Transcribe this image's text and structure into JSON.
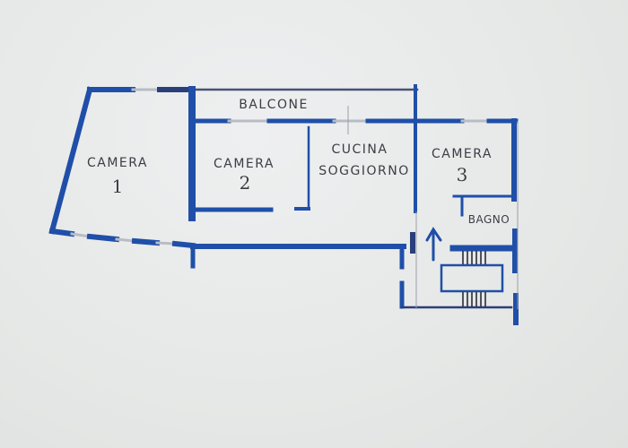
{
  "plan": {
    "rooms": [
      {
        "id": "camera-1",
        "label": "CAMERA",
        "number": "1"
      },
      {
        "id": "camera-2",
        "label": "CAMERA",
        "number": "2"
      },
      {
        "id": "cucina-soggiorno",
        "label_line1": "CUCINA",
        "label_line2": "SOGGIORNO"
      },
      {
        "id": "camera-3",
        "label": "CAMERA",
        "number": "3"
      },
      {
        "id": "bagno",
        "label": "BAGNO"
      },
      {
        "id": "balcone",
        "label": "BALCONE"
      }
    ],
    "symbols": [
      "entrance-arrow-icon",
      "staircase"
    ],
    "colors": {
      "wall": "#1f4fa8",
      "paper": "#e9ebea",
      "pencil": "#3b3d44"
    }
  }
}
